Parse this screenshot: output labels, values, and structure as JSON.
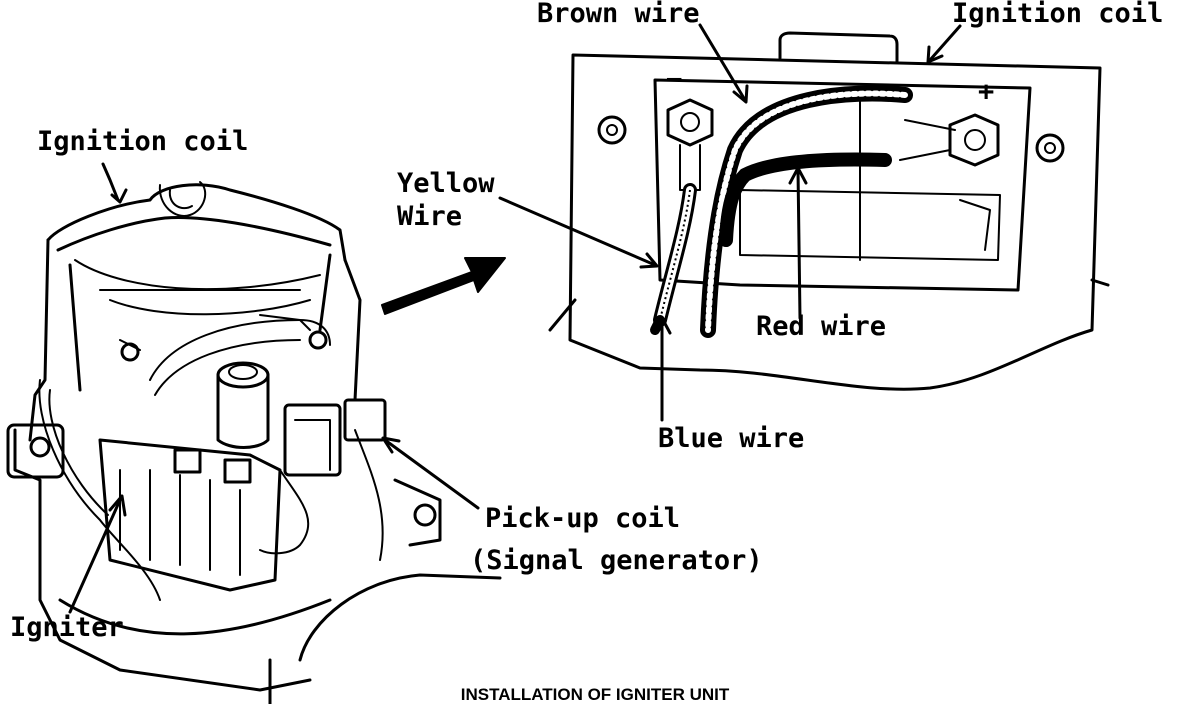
{
  "labels": {
    "ignition_coil_left": "Ignition coil",
    "igniter": "Igniter",
    "pickup_coil_line1": "Pick-up coil",
    "pickup_coil_line2": "(Signal generator)",
    "brown_wire": "Brown wire",
    "ignition_coil_right": "Ignition coil",
    "yellow_wire_line1": "Yellow",
    "yellow_wire_line2": "Wire",
    "red_wire": "Red wire",
    "blue_wire": "Blue wire",
    "minus_sign": "−",
    "plus_sign": "+"
  },
  "caption": "INSTALLATION OF IGNITER UNIT"
}
